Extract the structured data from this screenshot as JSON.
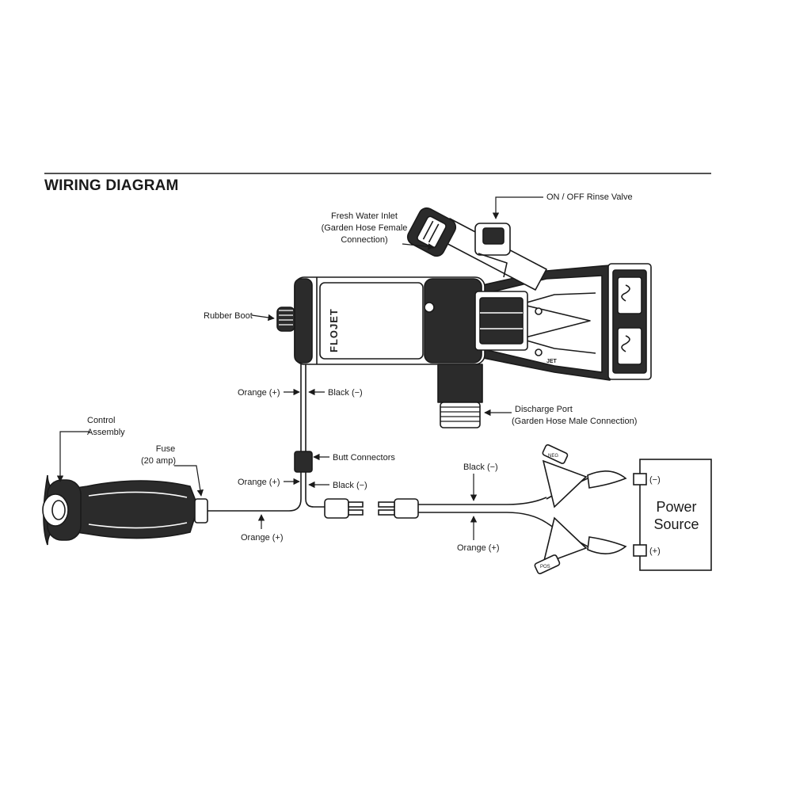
{
  "title": "WIRING DIAGRAM",
  "labels": {
    "rinse_valve": "ON / OFF Rinse Valve",
    "fresh_water_1": "Fresh Water Inlet",
    "fresh_water_2": "(Garden Hose Female",
    "fresh_water_3": "Connection)",
    "rubber_boot": "Rubber Boot",
    "orange_top": "Orange (+)",
    "black_top": "Black (−)",
    "discharge_1": "Discharge Port",
    "discharge_2": "(Garden Hose Male Connection)",
    "control_1": "Control",
    "control_2": "Assembly",
    "fuse_1": "Fuse",
    "fuse_2": "(20 amp)",
    "butt_connectors": "Butt Connectors",
    "orange_mid": "Orange (+)",
    "black_mid": "Black (−)",
    "orange_bottom": "Orange (+)",
    "black_right": "Black (−)",
    "orange_right": "Orange (+)",
    "power_1": "Power",
    "power_2": "Source",
    "terminal_neg": "(−)",
    "terminal_pos": "(+)",
    "pump_logo": "FLOJET",
    "pump_logo_small": "JET",
    "clip_neg_tag": "NEG",
    "clip_pos_tag": "POS"
  },
  "colors": {
    "line": "#1a1a1a",
    "body_dark": "#2b2b2b",
    "background": "#ffffff"
  }
}
